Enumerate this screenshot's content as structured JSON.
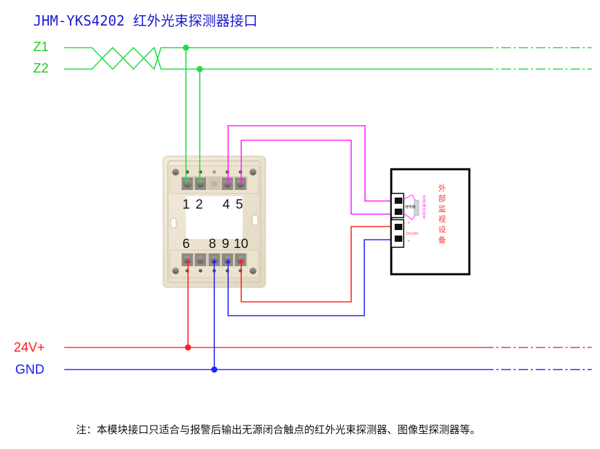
{
  "title": "JHM-YKS4202 红外光束探测器接口",
  "buses": {
    "z1": "Z1",
    "z2": "Z2",
    "v24": "24V+",
    "gnd": "GND"
  },
  "module": {
    "top_terminals": [
      "1",
      "2",
      "4",
      "5"
    ],
    "bottom_terminals": [
      "6",
      "8",
      "9",
      "10"
    ]
  },
  "device": {
    "label_chars": [
      "外",
      "部",
      "监",
      "视",
      "设",
      "备"
    ],
    "relay_label": "无源输出信号",
    "box_label": "继电器",
    "plus": "+",
    "power_label": "DC24V",
    "minus": "-"
  },
  "colors": {
    "signal_bus": "#22dd44",
    "power_pos": "#ff2222",
    "power_neg": "#2222ff",
    "relay": "#ff22ff",
    "title": "#1a1ad0"
  },
  "note": "注：本模块接口只适合与报警后输出无源闭合触点的红外光束探测器、图像型探测器等。"
}
